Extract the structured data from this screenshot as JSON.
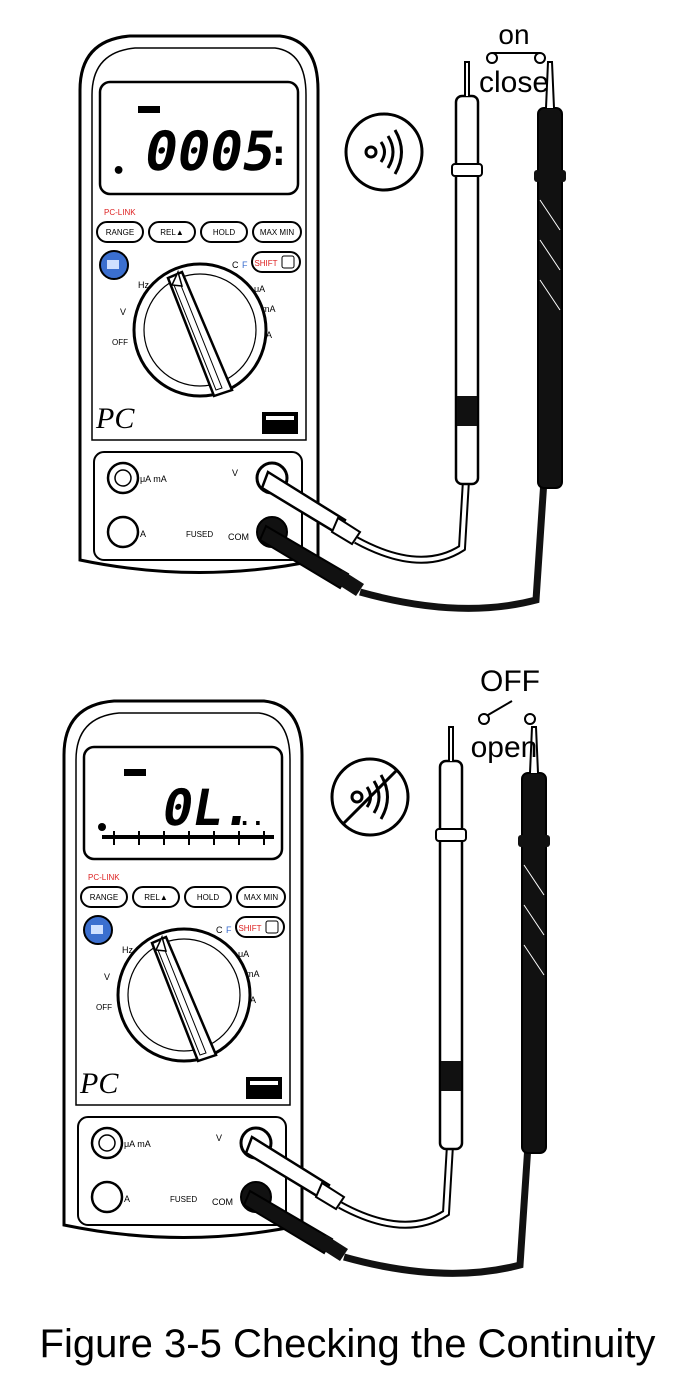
{
  "caption": "Figure 3-5 Checking the Continuity",
  "panels": [
    {
      "state_label": "on",
      "contact_label": "close",
      "display_value": "0005",
      "continuity_icon": "continuity-sound-icon",
      "pc_link_label": "PC-LINK",
      "buttons": [
        "RANGE",
        "REL▲",
        "HOLD",
        "MAX MIN"
      ],
      "shift_label": "SHIFT",
      "dial_labels": [
        "Hz",
        "V",
        "OFF",
        "C",
        "F",
        "μA",
        "mA",
        "A"
      ],
      "jack_labels": [
        "μA mA",
        "A",
        "V",
        "COM",
        "FUSED"
      ],
      "brand_label": "PC"
    },
    {
      "state_label": "OFF",
      "contact_label": "open",
      "display_value": "0L.",
      "continuity_icon": "continuity-muted-icon",
      "pc_link_label": "PC-LINK",
      "buttons": [
        "RANGE",
        "REL▲",
        "HOLD",
        "MAX MIN"
      ],
      "shift_label": "SHIFT",
      "dial_labels": [
        "Hz",
        "V",
        "OFF",
        "C",
        "F",
        "μA",
        "mA",
        "A"
      ],
      "jack_labels": [
        "μA mA",
        "A",
        "V",
        "COM",
        "FUSED"
      ],
      "brand_label": "PC"
    }
  ],
  "colors": {
    "stroke": "#000000",
    "probe_black": "#111111",
    "accent_red": "#dd2222",
    "button_blue": "#3b6fcf"
  }
}
